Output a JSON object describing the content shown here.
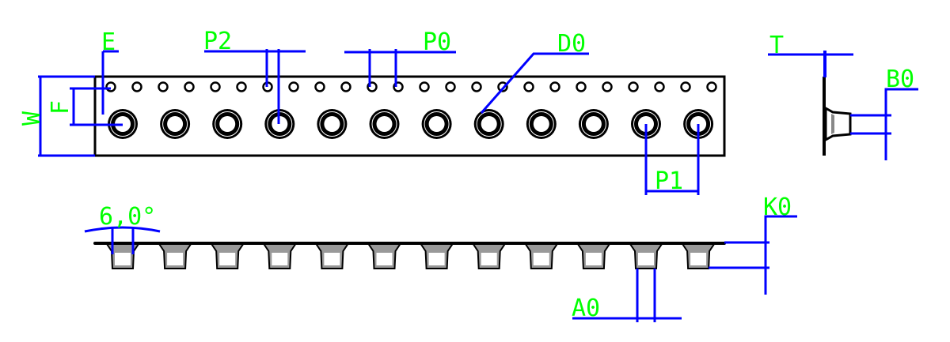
{
  "labels": {
    "e": "E",
    "p2": "P2",
    "p0": "P0",
    "d0": "D0",
    "w": "W",
    "f": "F",
    "p1": "P1",
    "t": "T",
    "b0": "B0",
    "angle": "6,0°",
    "k0": "K0",
    "a0": "A0"
  },
  "tape": {
    "sprocket_hole_count": 24,
    "pocket_count": 12
  },
  "colors": {
    "dimension": "#0000ff",
    "label": "#00ff00",
    "outline": "#000000",
    "pocket_wall": "#808080"
  }
}
